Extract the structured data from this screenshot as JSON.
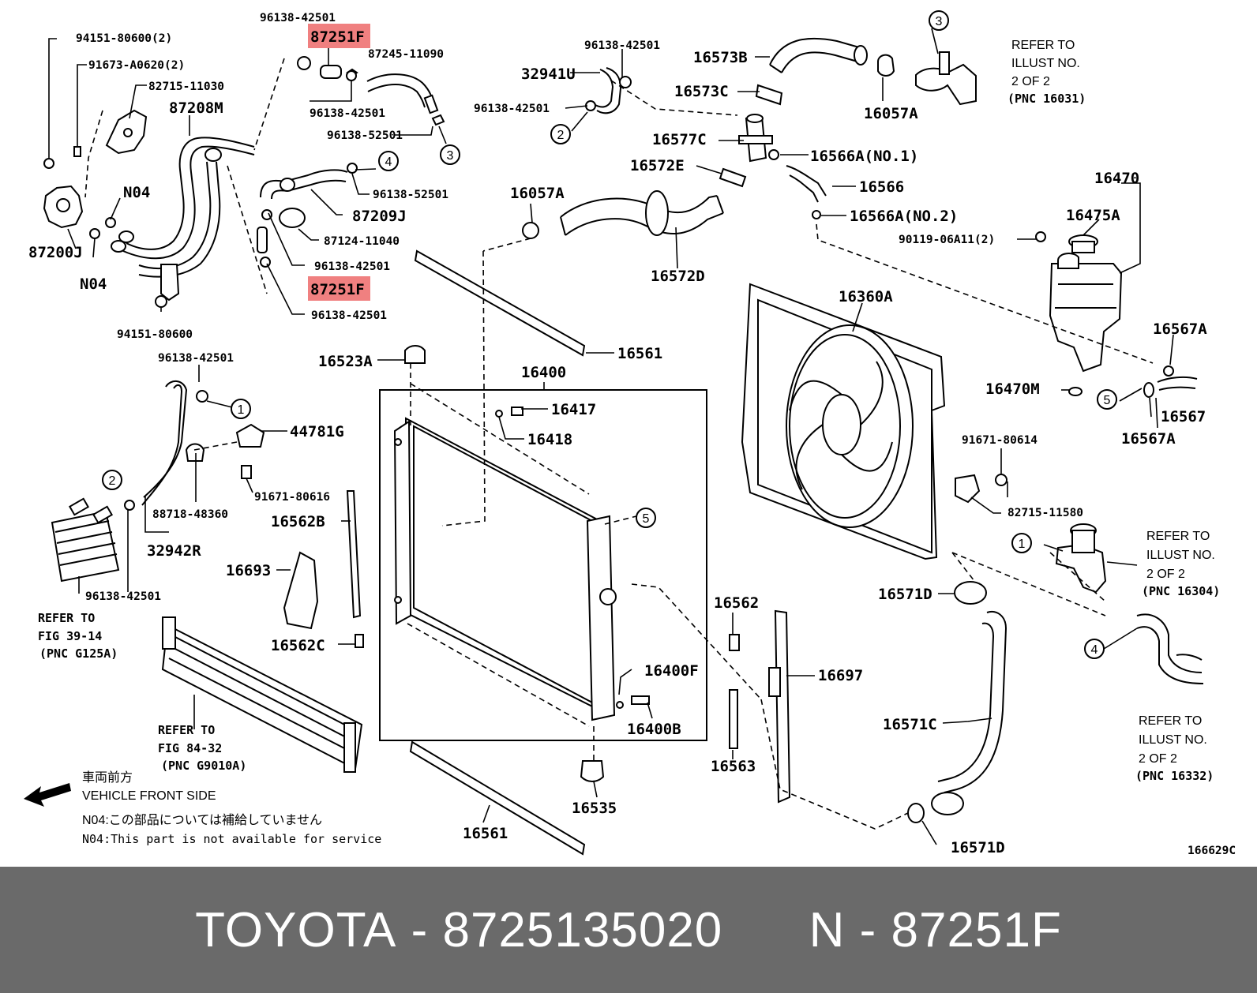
{
  "diagram": {
    "labels": {
      "l_94151_80600_2": "94151-80600(2)",
      "l_91673_a0620_2": "91673-A0620(2)",
      "l_82715_11030": "82715-11030",
      "l_87208m": "87208M",
      "l_87200j": "87200J",
      "l_n04_a": "N04",
      "l_n04_b": "N04",
      "l_94151_80600": "94151-80600",
      "l_96138_42501_top": "96138-42501",
      "l_87251f_top": "87251F",
      "l_87245_11090": "87245-11090",
      "l_96138_42501_b": "96138-42501",
      "l_96138_52501_a": "96138-52501",
      "l_96138_52501_b": "96138-52501",
      "l_87209j": "87209J",
      "l_87124_11040": "87124-11040",
      "l_96138_42501_c": "96138-42501",
      "l_87251f_bottom": "87251F",
      "l_96138_42501_d": "96138-42501",
      "l_96138_42501_e": "96138-42501",
      "l_32941u": "32941U",
      "l_96138_42501_f": "96138-42501",
      "l_16573b": "16573B",
      "l_16573c": "16573C",
      "l_16057a_top": "16057A",
      "l_16577c": "16577C",
      "l_16566a_no1": "16566A(NO.1)",
      "l_16572e": "16572E",
      "l_16566": "16566",
      "l_16566a_no2": "16566A(NO.2)",
      "l_16057a": "16057A",
      "l_16572d": "16572D",
      "l_16470": "16470",
      "l_16475a": "16475A",
      "l_90119_06a11_2": "90119-06A11(2)",
      "l_16360a": "16360A",
      "l_16567a_top": "16567A",
      "l_16470m": "16470M",
      "l_16567": "16567",
      "l_16567a_bottom": "16567A",
      "l_16561_top": "16561",
      "l_16523a": "16523A",
      "l_16400": "16400",
      "l_16417": "16417",
      "l_16418": "16418",
      "l_96138_42501_g": "96138-42501",
      "l_44781g": "44781G",
      "l_91671_80616": "91671-80616",
      "l_88718_48360": "88718-48360",
      "l_32942r": "32942R",
      "l_96138_42501_h": "96138-42501",
      "l_16562b": "16562B",
      "l_16693": "16693",
      "l_16562c": "16562C",
      "l_91671_80614": "91671-80614",
      "l_82715_11580": "82715-11580",
      "l_16571d_top": "16571D",
      "l_16562": "16562",
      "l_16697": "16697",
      "l_16400f": "16400F",
      "l_16400b": "16400B",
      "l_16571c": "16571C",
      "l_16563": "16563",
      "l_16535": "16535",
      "l_16561_bottom": "16561",
      "l_16571d_bottom": "16571D",
      "l_166629c": "166629C"
    },
    "callouts": {
      "c1_a": "1",
      "c1_b": "1",
      "c2_a": "2",
      "c2_b": "2",
      "c3_a": "3",
      "c3_b": "3",
      "c4_a": "4",
      "c4_b": "4",
      "c5_a": "5",
      "c5_b": "5"
    },
    "refer_notes": {
      "refer_16031": [
        "REFER TO",
        "ILLUST NO.",
        "2 OF 2",
        "(PNC 16031)"
      ],
      "refer_16304": [
        "REFER TO",
        "ILLUST NO.",
        "2 OF 2",
        "(PNC 16304)"
      ],
      "refer_16332": [
        "REFER TO",
        "ILLUST NO.",
        "2 OF 2",
        "(PNC 16332)"
      ],
      "refer_fig_39_14": [
        "REFER TO",
        "FIG 39-14",
        "(PNC G125A)"
      ],
      "refer_fig_84_32": [
        "REFER TO",
        "FIG 84-32",
        "(PNC G9010A)"
      ]
    },
    "front_note": {
      "jp": "車両前方",
      "en": "VEHICLE FRONT SIDE"
    },
    "n04_note": {
      "jp": "N04:この部品については補給していません",
      "en": "N04:This part is not available for service"
    },
    "highlight_color": "#f08080"
  },
  "footer": {
    "brand": "TOYOTA",
    "separator": " - ",
    "part_number": "8725135020",
    "ref_prefix": "N",
    "ref_part": "87251F"
  },
  "colors": {
    "footer_bg": "#6a6a6a",
    "footer_text": "#ffffff"
  }
}
